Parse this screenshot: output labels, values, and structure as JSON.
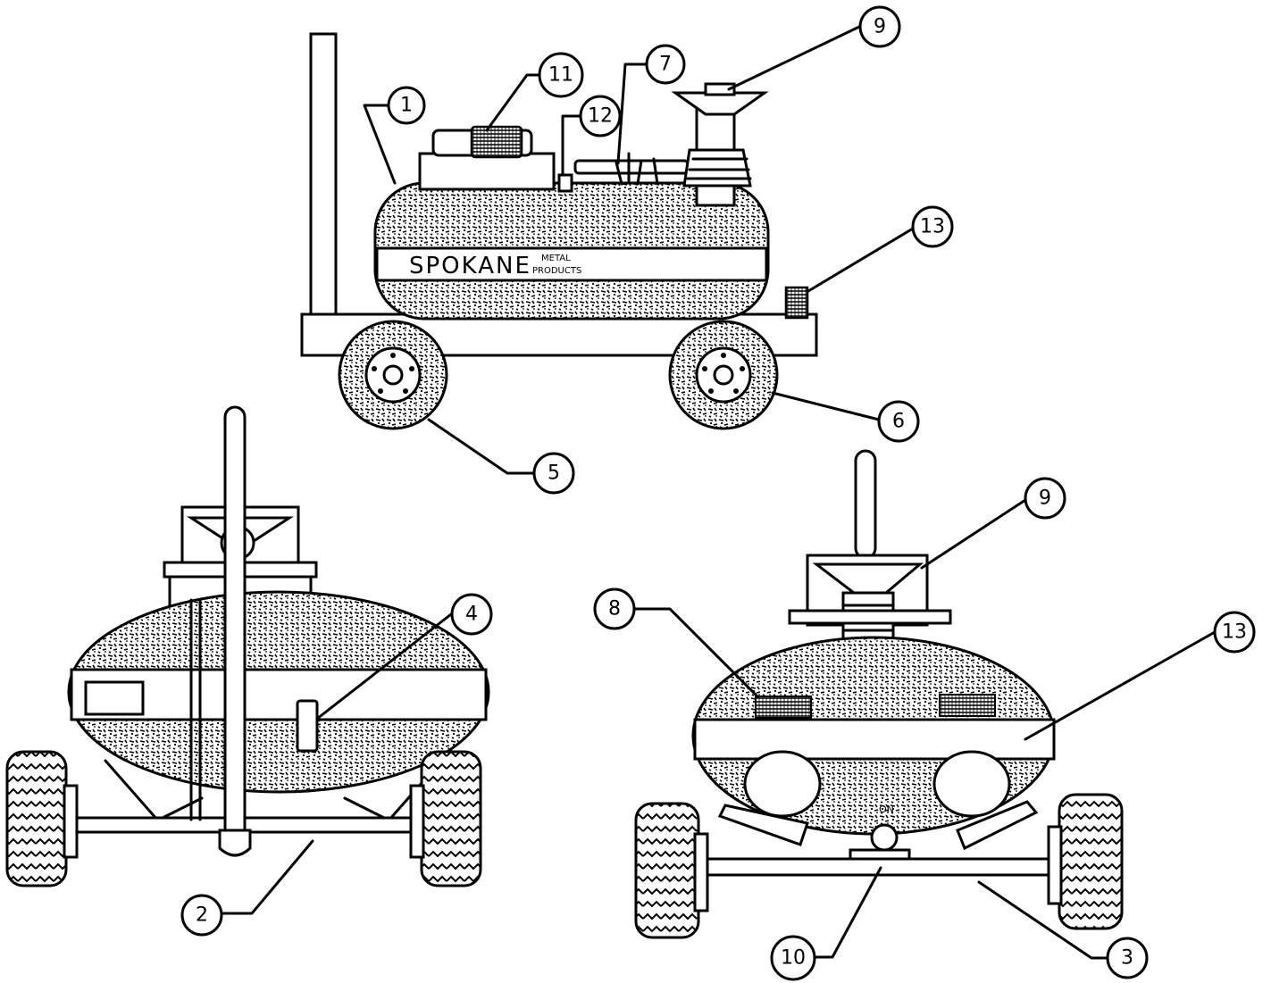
{
  "brand": {
    "name": "SPOKANE",
    "line1": "METAL",
    "line2": "PRODUCTS"
  },
  "switch_label": "ON",
  "callouts": {
    "side": [
      {
        "id": "c1",
        "label": "1"
      },
      {
        "id": "c11",
        "label": "11"
      },
      {
        "id": "c12",
        "label": "12"
      },
      {
        "id": "c7",
        "label": "7"
      },
      {
        "id": "c9a",
        "label": "9"
      },
      {
        "id": "c13a",
        "label": "13"
      },
      {
        "id": "c6",
        "label": "6"
      },
      {
        "id": "c5",
        "label": "5"
      }
    ],
    "rear": [
      {
        "id": "c4",
        "label": "4"
      },
      {
        "id": "c2",
        "label": "2"
      }
    ],
    "front": [
      {
        "id": "c9b",
        "label": "9"
      },
      {
        "id": "c8",
        "label": "8"
      },
      {
        "id": "c13b",
        "label": "13"
      },
      {
        "id": "c10",
        "label": "10"
      },
      {
        "id": "c3",
        "label": "3"
      }
    ]
  },
  "colors": {
    "ink": "#000000",
    "paper": "#ffffff"
  }
}
